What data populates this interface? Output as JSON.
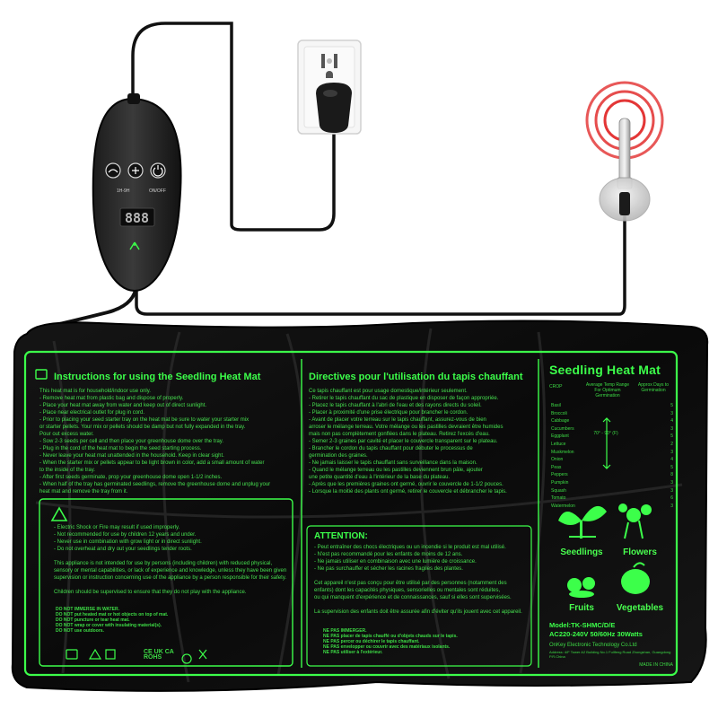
{
  "colors": {
    "mat": "#0b0b0b",
    "print": "#3cff4a",
    "cable": "#111111",
    "signal": "#e02020"
  },
  "controller": {
    "display": "888",
    "left_label": "1H-9H",
    "right_label": "ON/OFF"
  },
  "mat": {
    "left_title": "Instructions for using the Seedling Heat Mat",
    "left_lines": "This heat mat is for household/indoor use only.\n- Remove heat mat from plastic bag and dispose of properly.\n- Place your heat mat away from water and keep out of direct sunlight.\n- Place near electrical outlet for plug in cord.\n- Prior to placing your seed starter tray on the heat mat be sure to water your starter mix\n  or starter pellets. Your mix or pellets should be damp but not fully expanded in the tray.\n  Pour out excess water.\n- Sow 2-3 seeds per cell and then place your greenhouse dome over the tray.\n- Plug in the cord of the heat mat to begin the seed starting process.\n- Never leave your heat mat unattended in the household. Keep in clear sight.\n- When the starter mix or pellets appear to be light brown in color, add a small amount of water\n  to the inside of the tray.\n- After first seeds germinate, prop your greenhouse dome open 1-1/2 inches.\n- When half of the tray has germinated seedlings, remove the greenhouse dome and unplug your\n  heat mat and remove the tray from it.",
    "warning_lines": "- Electric Shock or Fire may result if used improperly.\n- Not recommended for use by children 12 years and under.\n- Never use in combination with grow light or in direct sunlight.\n- Do not overheat and dry out your seedlings tender roots.\n\nThis appliance is not intended for use by persons (including children) with reduced physical,\nsensory or mental capabilities, or lack of experience and knowledge, unless they have been given\nsupervision or instruction concerning use of the appliance by a person responsible for their safety.\n\nChildren should be supervised to ensure that they do not play with the appliance.",
    "do_not_lines": "DO NOT IMMERSE IN WATER.\nDO NOT put heated mat or hot objects on top of mat.\nDO NOT puncture or tear heat mat.\nDO NOT wrap or cover with insulating material(s).\nDO NOT use outdoors.",
    "center_title": "Directives pour l'utilisation du tapis chauffant",
    "center_lines": "Ce tapis chauffant est pour usage domestique/intérieur seulement.\n- Retirer le tapis chauffant du sac de plastique en disposer de façon appropriée.\n- Placez le tapis chauffant à l'abri de l'eau et des rayons directs du soleil.\n- Placer à proximité d'une prise électrique pour brancher le cordon.\n- Avant de placer votre terreau sur le tapis chauffant, assurez-vous de bien\n  arroser le mélange terreau. Votre mélange ou les pastilles devraient être humides\n  mais non pas complètement gonflées dans le plateau. Retirez l'excès d'eau.\n- Semer 2-3 graines par cavité et placer le couvercle transparent sur le plateau.\n- Brancher le cordon du tapis chauffant pour débuter le processus de\n  germination des graines.\n- Ne jamais laisser le tapis chauffant sans surveillance dans la maison.\n- Quand le mélange terreau ou les pastilles deviennent brun pâle, ajouter\n  une petite quantité d'eau à l'intérieur de la base du plateau.\n- Après que les premières graines ont germé, ouvrir le couvercle de 1-1/2 pouces.\n- Lorsque la moitié des plants ont germé, retirer le couvercle et débrancher le tapis.",
    "attention_title": "ATTENTION:",
    "attention_lines": "- Peut entraîner des chocs électriques ou un incendie si le produit est mal utilisé.\n- N'est pas recommandé pour les enfants de moins de 12 ans.\n- Ne jamais utiliser en combinaison avec une lumière de croissance.\n- Ne pas surchauffer et sécher les racines fragiles des plantes.\n\nCet appareil n'est pas conçu pour être utilisé par des personnes (notamment des\nenfants) dont les capacités physiques, sensorielles ou mentales sont réduites,\nou qui manquent d'expérience et de connaissances, sauf si elles sont supervisées.\n\nLa supervision des enfants doit être assurée afin d'éviter qu'ils jouent avec cet appareil.",
    "ne_pas_lines": "NE PAS IMMERGER.\nNE PAS placer de tapis chauffé ou d'objets chauds sur le tapis.\nNE PAS percer ou déchirer le tapis chauffant.\nNE PAS envelopper ou couvrir avec des matériaux isolants.\nNE PAS utiliser à l'extérieur.",
    "brand_title": "Seedling Heat Mat",
    "table_header_crop": "CROP",
    "table_header_temp": "Average Temp Range For Optimum Germination",
    "table_header_days": "Approx Days to Germination",
    "table_range": "70° - 90° (F)",
    "crops": "Basil\nBroccoli\nCabbage\nCucumbers\nEggplant\nLettuce\nMuskmelon\nOnion\nPeas\nPeppers\nPumpkin\nSquash\nTomato\nWatermelon",
    "days": "5\n3\n4\n3\n5\n2\n3\n4\n5\n8\n3\n3\n6\n3",
    "categories": [
      "Seedlings",
      "Flowers",
      "Fruits",
      "Vegetables"
    ],
    "model": "Model:TK-SHMC/D/E",
    "rating": "AC220-240V 50/60Hz 30Watts",
    "company": "OnKey Electronic Technology Co.Ltd",
    "address": "Address: 4/F Tower A2 Building No.1 Fullfeng Road Zhongshan, Guangdong P.R.China",
    "made_in": "MADE IN CHINA",
    "cert_marks": "CE UK CA ROHS"
  }
}
